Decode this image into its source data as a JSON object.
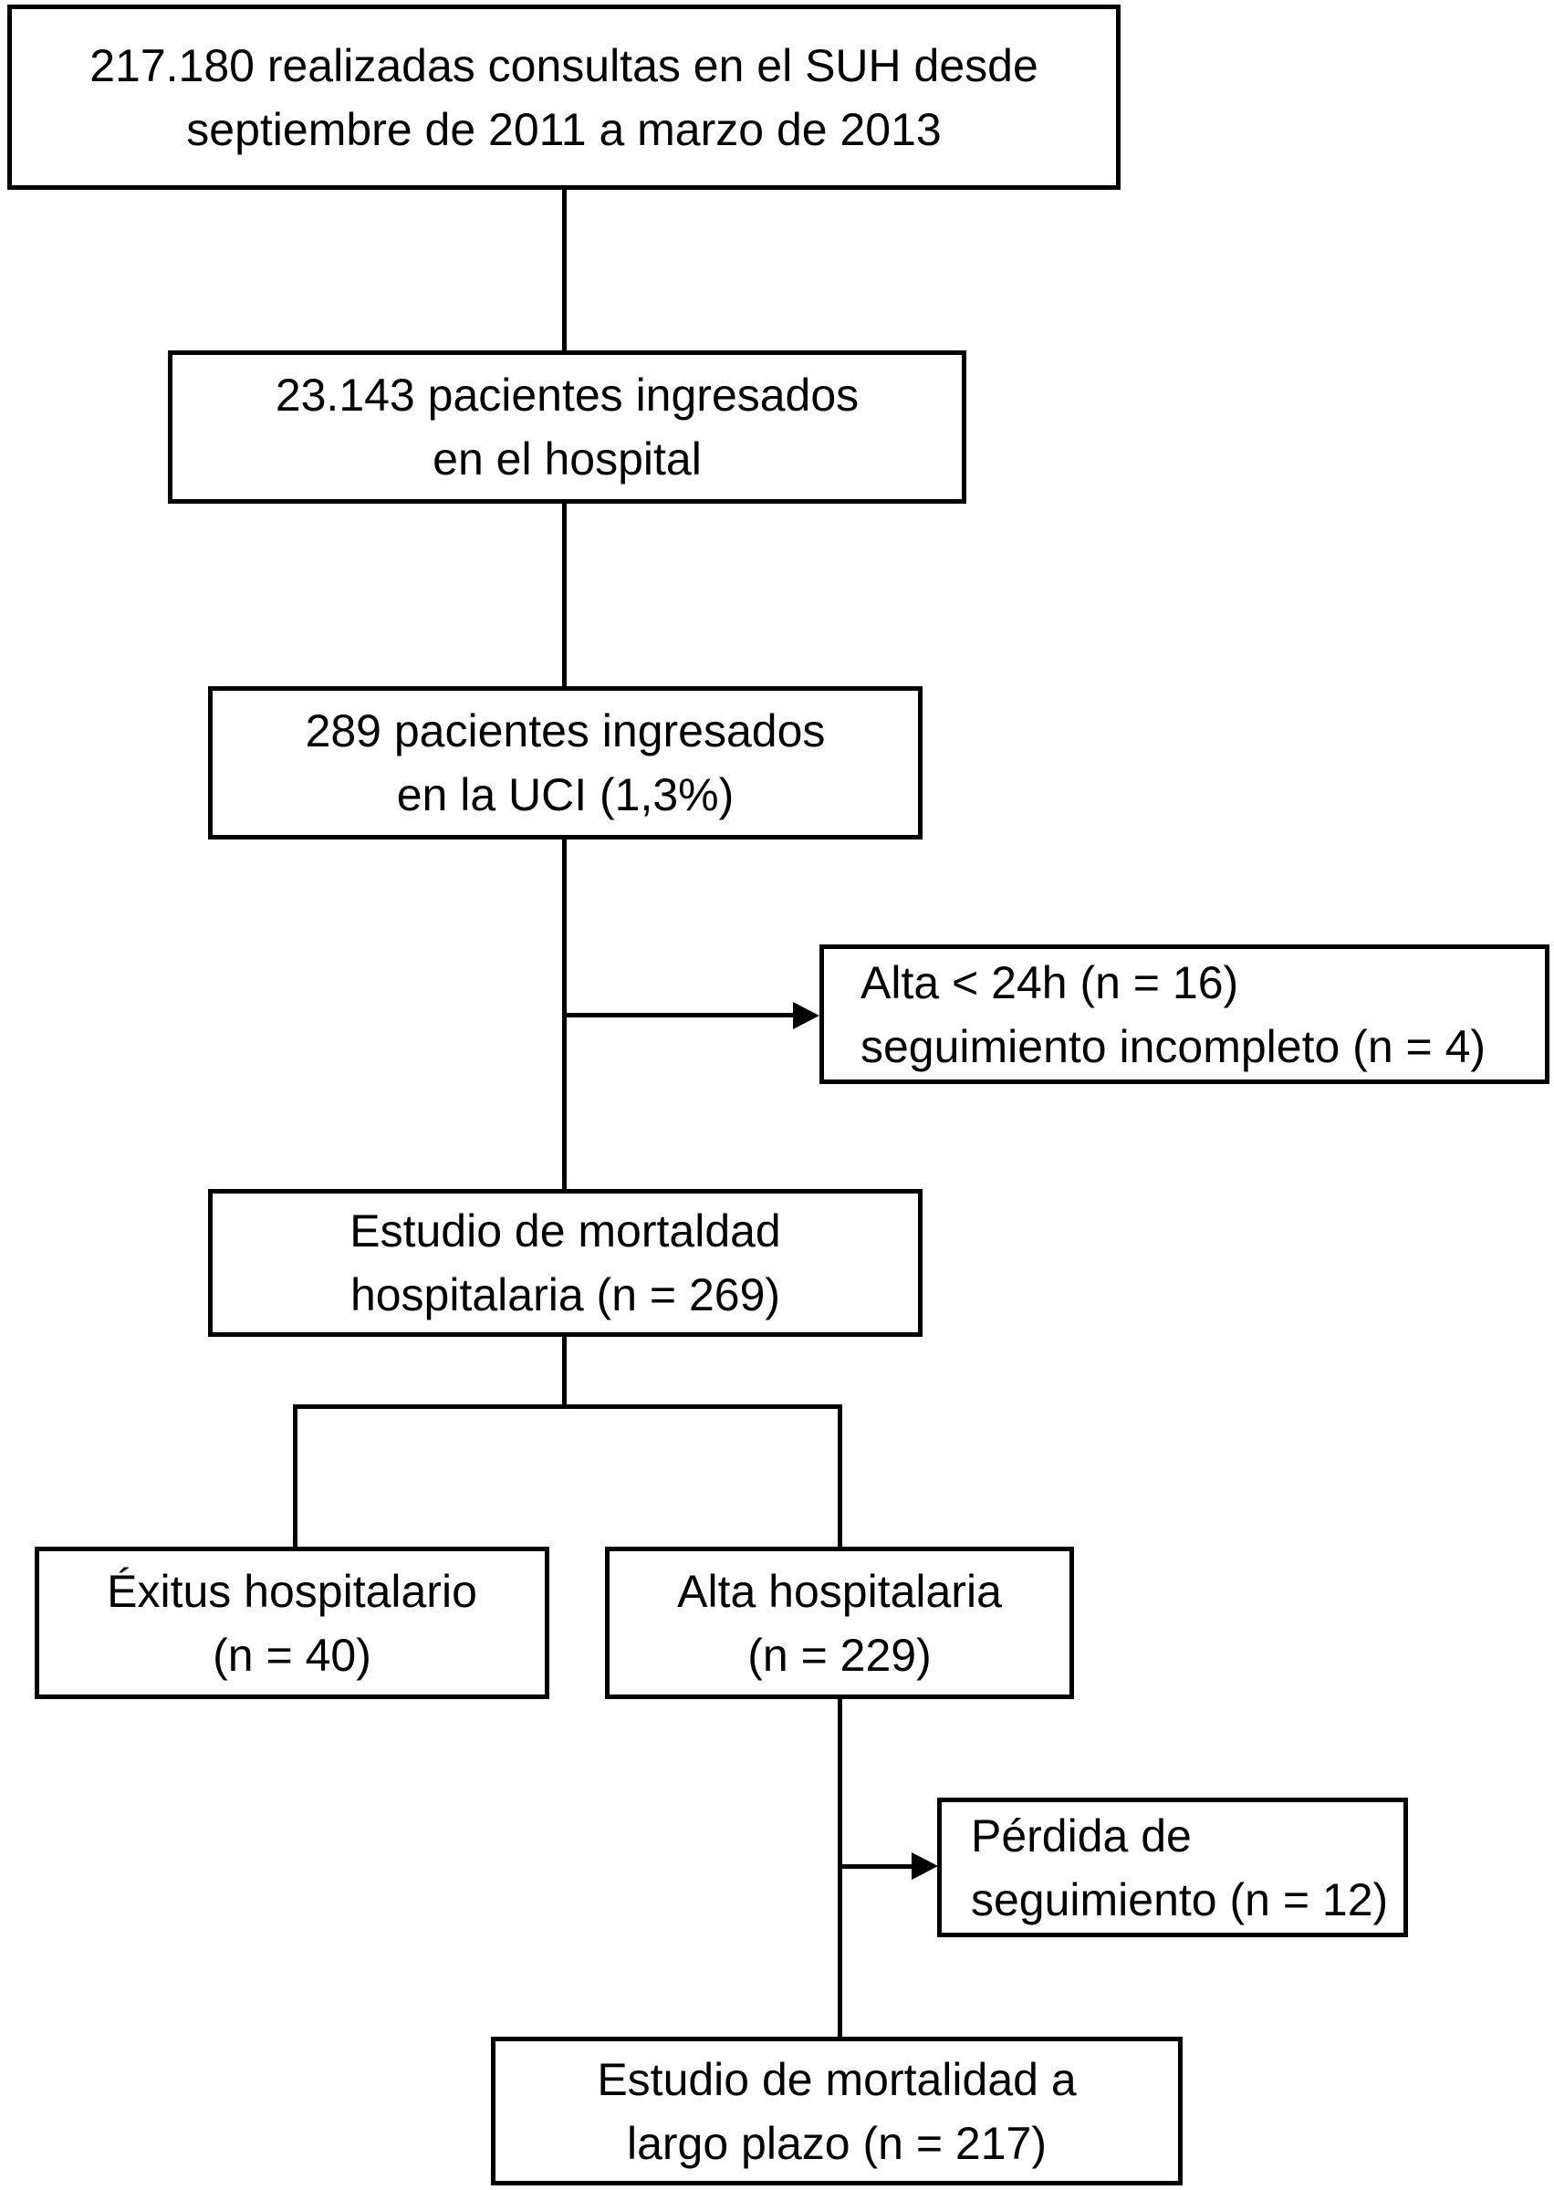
{
  "diagram": {
    "type": "flowchart",
    "colors": {
      "background": "#ffffff",
      "line": "#000000",
      "text": "#000000"
    },
    "nodes": [
      {
        "id": "consultas-suh",
        "lines": [
          "217.180 realizadas consultas en el SUH desde",
          "septiembre de 2011 a marzo de 2013"
        ]
      },
      {
        "id": "ingresados-hospital",
        "lines": [
          "23.143 pacientes ingresados",
          "en el hospital"
        ]
      },
      {
        "id": "ingresados-uci",
        "lines": [
          "289 pacientes ingresados",
          "en la UCI (1,3%)"
        ]
      },
      {
        "id": "exclusion-alta-24h",
        "lines": [
          "Alta < 24h (n = 16)",
          "seguimiento incompleto (n = 4)"
        ]
      },
      {
        "id": "estudio-mortalidad-hospitalaria",
        "lines": [
          "Estudio de mortaldad",
          "hospitalaria (n = 269)"
        ]
      },
      {
        "id": "exitus-hospitalario",
        "lines": [
          "Éxitus hospitalario",
          "(n = 40)"
        ]
      },
      {
        "id": "alta-hospitalaria",
        "lines": [
          "Alta hospitalaria",
          "(n = 229)"
        ]
      },
      {
        "id": "perdida-seguimiento",
        "lines": [
          "Pérdida de",
          "seguimiento (n = 12)"
        ]
      },
      {
        "id": "estudio-mortalidad-largo-plazo",
        "lines": [
          "Estudio de mortalidad a",
          "largo plazo (n = 217)"
        ]
      }
    ]
  }
}
